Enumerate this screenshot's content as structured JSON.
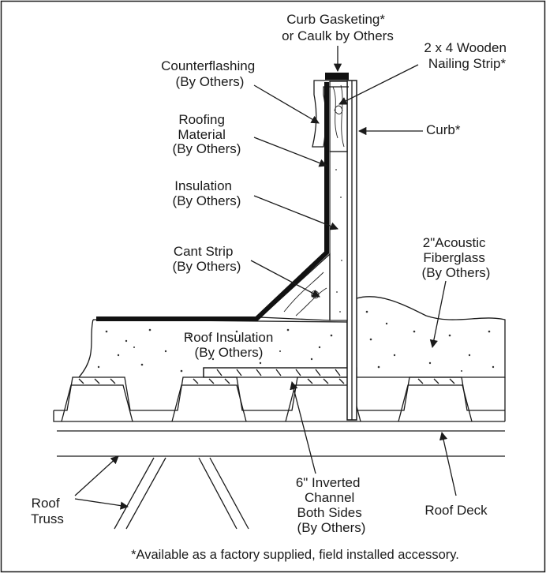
{
  "labels": {
    "curb_gasketing": [
      "Curb Gasketing*",
      "or Caulk by Others"
    ],
    "nailing_strip": [
      "2 x 4 Wooden",
      "Nailing Strip*"
    ],
    "counterflashing": [
      "Counterflashing",
      "(By Others)"
    ],
    "roofing_material": [
      "Roofing",
      "Material",
      "(By Others)"
    ],
    "curb": [
      "Curb*"
    ],
    "insulation": [
      "Insulation",
      "(By Others)"
    ],
    "acoustic_fiberglass": [
      "2\"Acoustic",
      "Fiberglass",
      "(By Others)"
    ],
    "cant_strip": [
      "Cant Strip",
      "(By Others)"
    ],
    "roof_insulation": [
      "Roof Insulation",
      "(By Others)"
    ],
    "inverted_channel": [
      "6\" Inverted",
      "Channel",
      "Both Sides",
      "(By Others)"
    ],
    "roof_truss": [
      "Roof",
      "Truss"
    ],
    "roof_deck": [
      "Roof Deck"
    ]
  },
  "footnote": "*Available as a factory supplied, field installed accessory."
}
